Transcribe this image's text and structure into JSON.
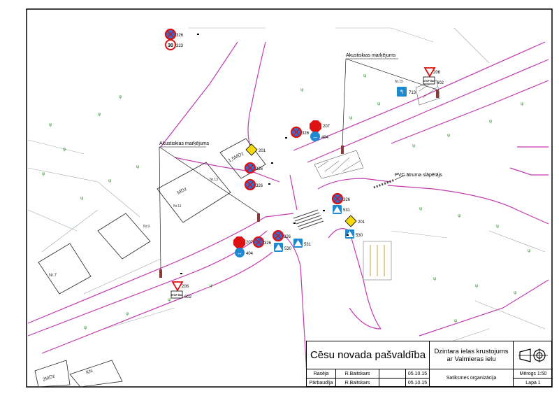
{
  "drawing": {
    "annotations": {
      "acoustic_top": "Akustiskias marķējums",
      "acoustic_left": "Akustiskias marķējums",
      "pvc_bump": "PVC ātruma slāpētājs"
    },
    "building_labels": {
      "mdz_a": "1,5MDz",
      "mdz_b": "MDz",
      "mdz_c": "2MDz",
      "kn": "KN",
      "nr7": "Nr.7",
      "nr9": "Nr.9",
      "nr11": "Nr.11",
      "nr13": "Nr.13",
      "nr15": "Nr.15"
    },
    "signs": [
      {
        "code": "326",
        "kind": "no-stopping"
      },
      {
        "code": "323",
        "kind": "speed-limit",
        "value": "30"
      },
      {
        "code": "206",
        "kind": "yield"
      },
      {
        "code": "602",
        "kind": "stop-plate",
        "value": "STOP 50m"
      },
      {
        "code": "713",
        "kind": "info-blue"
      },
      {
        "code": "207",
        "kind": "stop-octagon"
      },
      {
        "code": "404",
        "kind": "direction-blue"
      },
      {
        "code": "201",
        "kind": "priority-road"
      },
      {
        "code": "531",
        "kind": "crossing-blue"
      },
      {
        "code": "530",
        "kind": "crossing-blue"
      }
    ]
  },
  "title_block": {
    "organization": "Cēsu novada pašvaldība",
    "project_line1": "Dzintara ielas krustojums",
    "project_line2": "ar Valmieras ielu",
    "role_drew": "Rasēja",
    "role_checked": "Pārbaudīja",
    "name_drew": "R.Baitskars",
    "name_checked": "R.Baitskars",
    "date_drew": "05.10.15",
    "date_checked": "05.10.15",
    "description": "Satiksmes organizācija",
    "scale": "Mērogs 1:50",
    "page": "Lapa 1"
  }
}
